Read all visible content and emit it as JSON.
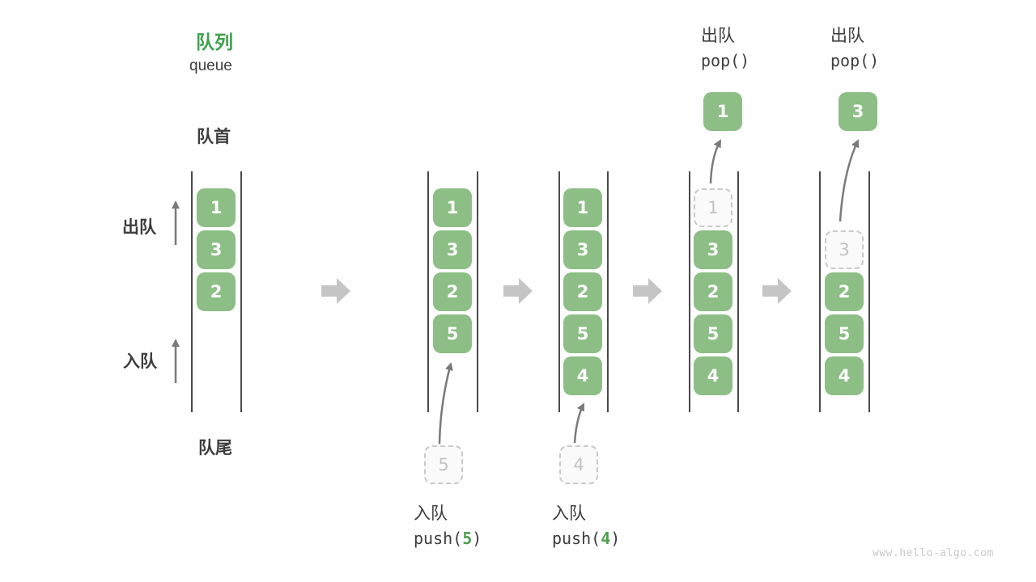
{
  "title": {
    "zh": "队列",
    "en": "queue"
  },
  "side_labels": {
    "front": "队首",
    "rear": "队尾",
    "dequeue": "出队",
    "enqueue": "入队"
  },
  "watermark": "www.hello-algo.com",
  "colors": {
    "box_green": "#8CBE85",
    "box_text": "#FFFFFF",
    "title_green": "#3CA24A",
    "code_arg_green": "#4CA14E",
    "dark_text": "#3D3D3D",
    "wall": "#4A4A4A",
    "thin_arrow": "#7A7A7A",
    "block_arrow": "#C5C5C5",
    "dashed_border": "#C9C9C9",
    "dashed_text": "#C2C2C2",
    "dashed_fill": "#FAFAFA",
    "watermark_gray": "#C9C9C9"
  },
  "columns": [
    {
      "slots": [
        {
          "v": "1",
          "style": "filled"
        },
        {
          "v": "3",
          "style": "filled"
        },
        {
          "v": "2",
          "style": "filled"
        }
      ]
    },
    {
      "slots": [
        {
          "v": "1",
          "style": "filled"
        },
        {
          "v": "3",
          "style": "filled"
        },
        {
          "v": "2",
          "style": "filled"
        },
        {
          "v": "5",
          "style": "filled"
        }
      ],
      "incoming": "5",
      "op_label": {
        "zh": "入队",
        "code_pre": "push(",
        "arg": "5",
        "code_post": ")"
      }
    },
    {
      "slots": [
        {
          "v": "1",
          "style": "filled"
        },
        {
          "v": "3",
          "style": "filled"
        },
        {
          "v": "2",
          "style": "filled"
        },
        {
          "v": "5",
          "style": "filled"
        },
        {
          "v": "4",
          "style": "filled"
        }
      ],
      "incoming": "4",
      "op_label": {
        "zh": "入队",
        "code_pre": "push(",
        "arg": "4",
        "code_post": ")"
      }
    },
    {
      "slots": [
        {
          "v": "1",
          "style": "dashed"
        },
        {
          "v": "3",
          "style": "filled"
        },
        {
          "v": "2",
          "style": "filled"
        },
        {
          "v": "5",
          "style": "filled"
        },
        {
          "v": "4",
          "style": "filled"
        }
      ],
      "popped": "1",
      "op_label": {
        "zh": "出队",
        "code": "pop()"
      }
    },
    {
      "slots": [
        {
          "style": "empty"
        },
        {
          "v": "3",
          "style": "dashed"
        },
        {
          "v": "2",
          "style": "filled"
        },
        {
          "v": "5",
          "style": "filled"
        },
        {
          "v": "4",
          "style": "filled"
        }
      ],
      "popped": "3",
      "op_label": {
        "zh": "出队",
        "code": "pop()"
      }
    }
  ]
}
